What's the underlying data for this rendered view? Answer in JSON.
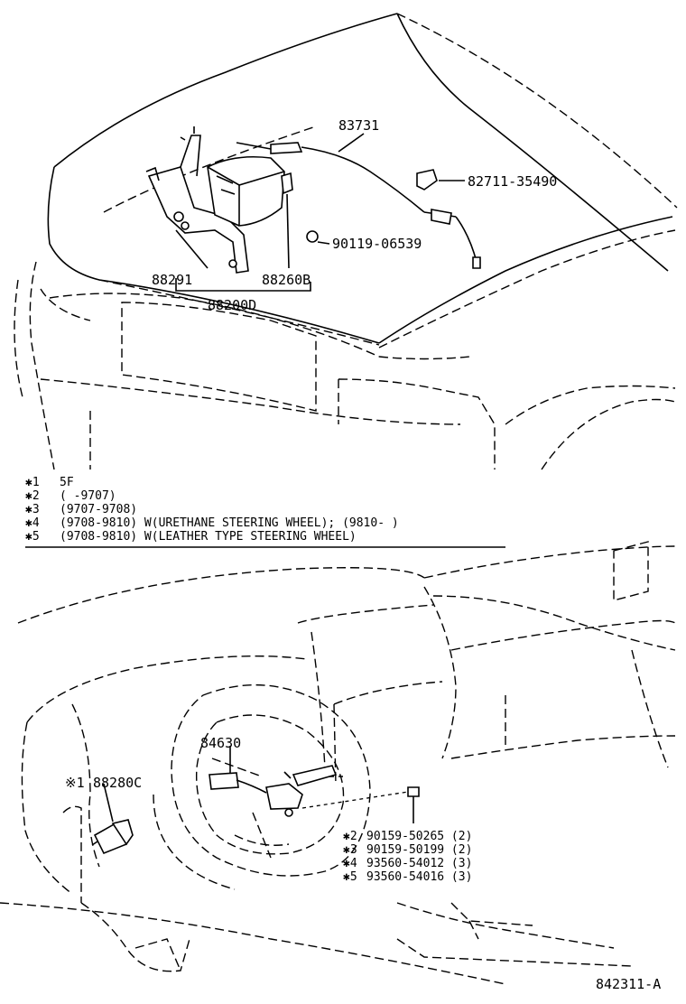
{
  "labels": {
    "cable": "83731",
    "clip": "82711-35490",
    "bolt": "90119-06539",
    "bracket": "88291",
    "actuator": "88260B",
    "assembly": "88200D",
    "switch": "84630",
    "sensor": "88280C",
    "sensor_prefix": "※1",
    "figure_id": "842311-A"
  },
  "notes": [
    {
      "mark": "✱1",
      "text": "5F"
    },
    {
      "mark": "✱2",
      "text": "(     -9707)"
    },
    {
      "mark": "✱3",
      "text": "(9707-9708)"
    },
    {
      "mark": "✱4",
      "text": "(9708-9810) W(URETHANE STEERING WHEEL); (9810-       )"
    },
    {
      "mark": "✱5",
      "text": "(9708-9810) W(LEATHER TYPE STEERING WHEEL)"
    }
  ],
  "screws": [
    {
      "mark": "✱2",
      "text": "90159-50265 (2)"
    },
    {
      "mark": "✱3",
      "text": "90159-50199 (2)"
    },
    {
      "mark": "✱4",
      "text": "93560-54012 (3)"
    },
    {
      "mark": "✱5",
      "text": "93560-54016 (3)"
    }
  ]
}
